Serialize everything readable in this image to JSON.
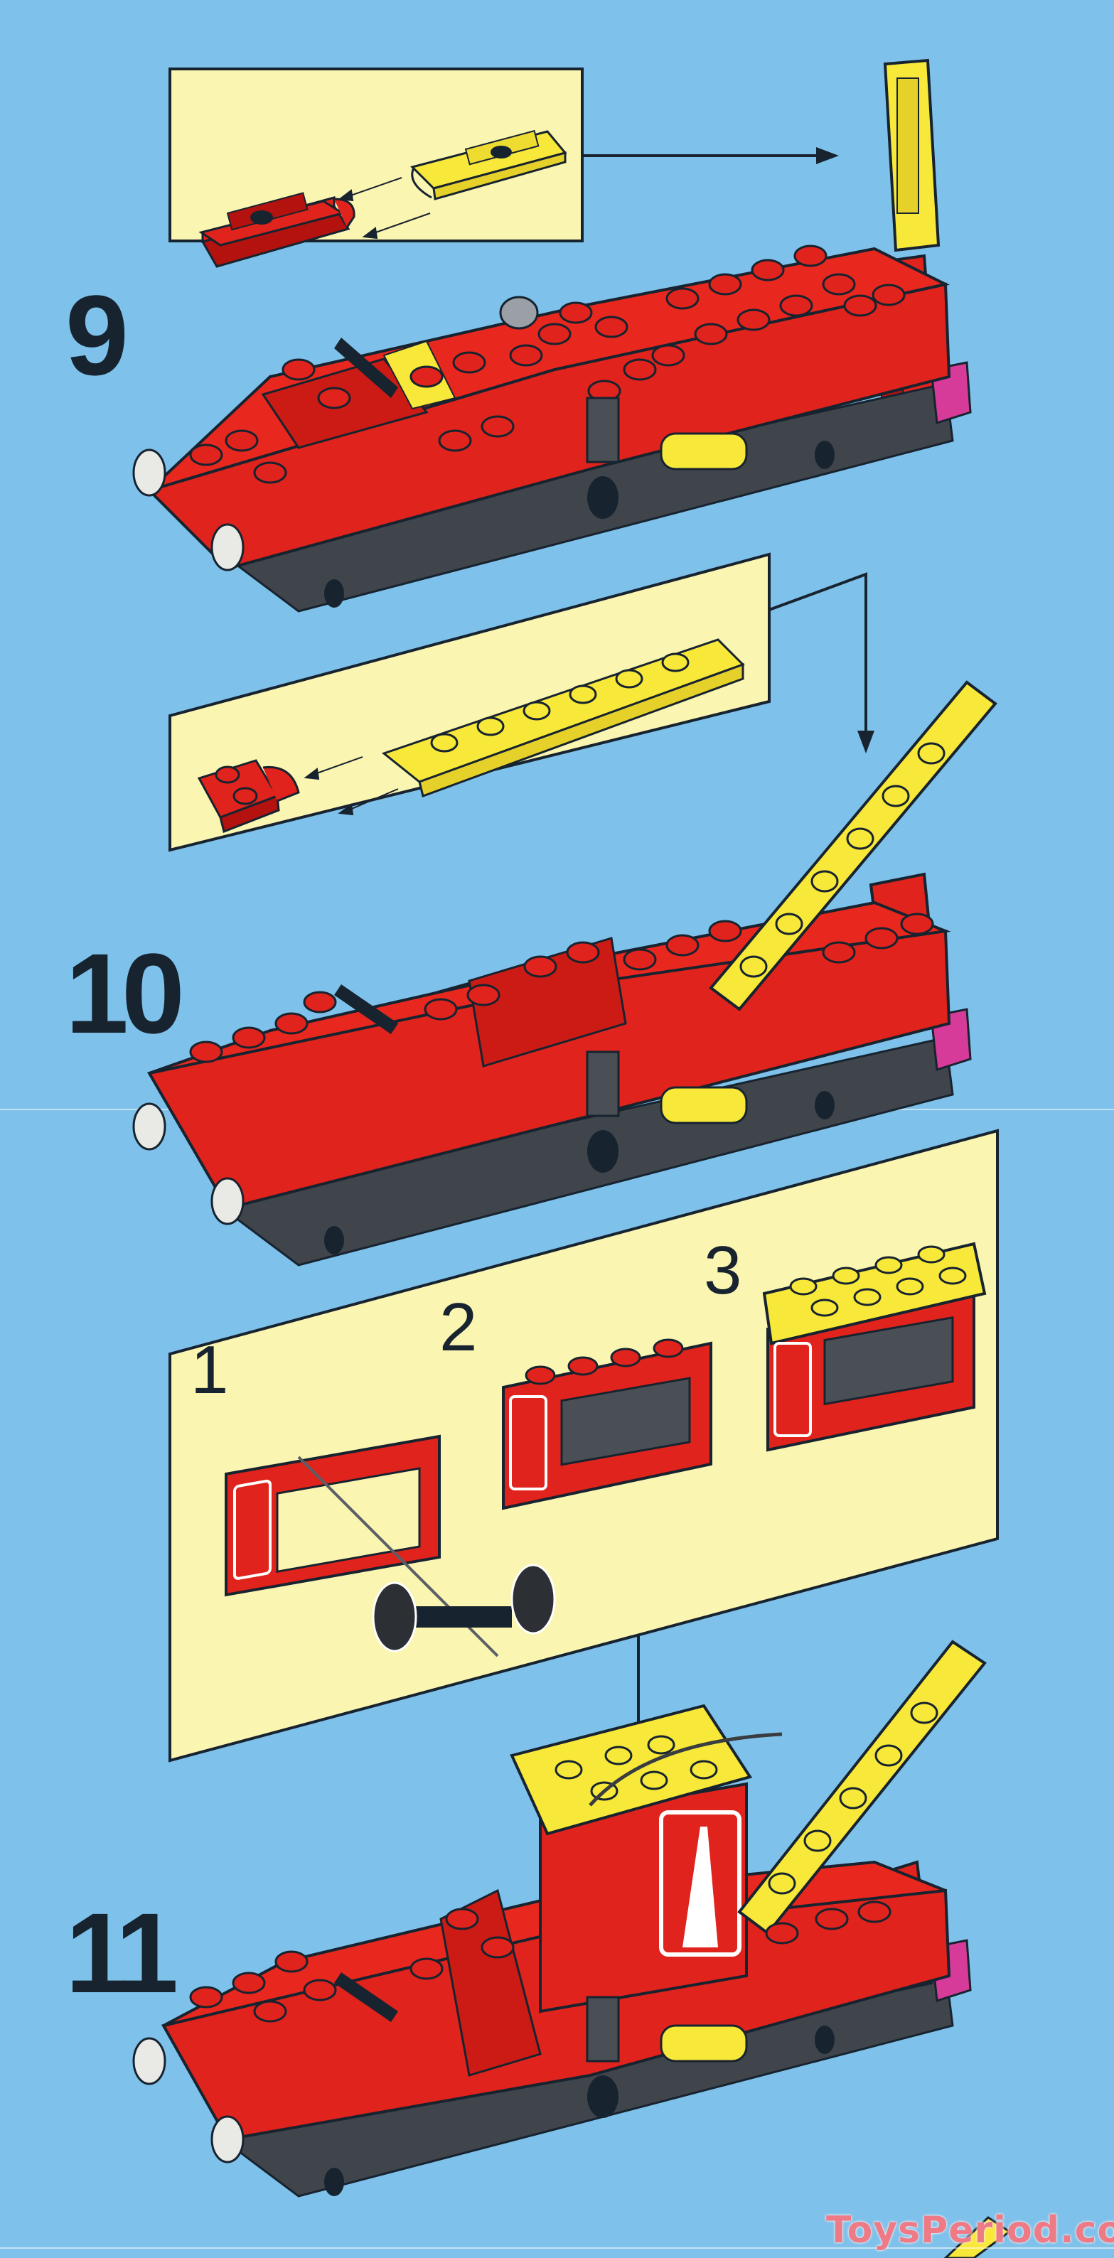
{
  "page": {
    "background_color": "#7ec1ea",
    "inset_color": "#fbf5b2",
    "brick_red": "#e0231c",
    "brick_yellow": "#f8e83a",
    "ink_color": "#17232f"
  },
  "steps": [
    {
      "number": "9",
      "inset": {
        "parts": [
          "red-hinge-plate-1x2",
          "yellow-hinge-plate-1x2"
        ]
      }
    },
    {
      "number": "10",
      "inset": {
        "parts": [
          "red-hinge-plate-2x2",
          "yellow-hinge-plate-1x6"
        ]
      }
    },
    {
      "number": "11",
      "inset": {
        "substeps": [
          {
            "label": "1",
            "content": "red-winch-brick-with-drum-insertion"
          },
          {
            "label": "2",
            "content": "red-winch-brick-with-string-wound"
          },
          {
            "label": "3",
            "content": "winch-with-yellow-hinge-plates-on-top"
          }
        ]
      }
    }
  ],
  "watermark": {
    "text": "ToysPeriod.com",
    "color": "#ee7a86"
  }
}
